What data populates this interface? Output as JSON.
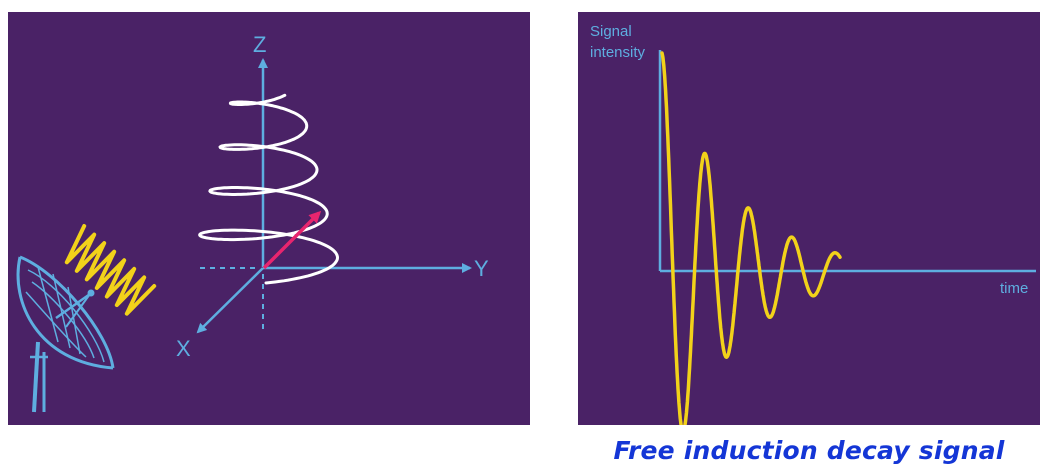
{
  "colors": {
    "background": "#4a2266",
    "axis": "#5eaee0",
    "spiral": "#ffffff",
    "magnetization_vector": "#e8256e",
    "rf_wave": "#f2d21a",
    "dish": "#5eaee0",
    "fid_curve": "#f2d21a",
    "caption": "#1436d6"
  },
  "left_diagram": {
    "axis_labels": {
      "z": "Z",
      "y": "Y",
      "x": "X"
    }
  },
  "right_diagram": {
    "y_axis_label_line1": "Signal",
    "y_axis_label_line2": "intensity",
    "x_axis_label": "time"
  },
  "caption": "Free induction decay signal",
  "icons": {
    "dish": "satellite-dish-icon",
    "wave": "rf-wave-icon"
  }
}
